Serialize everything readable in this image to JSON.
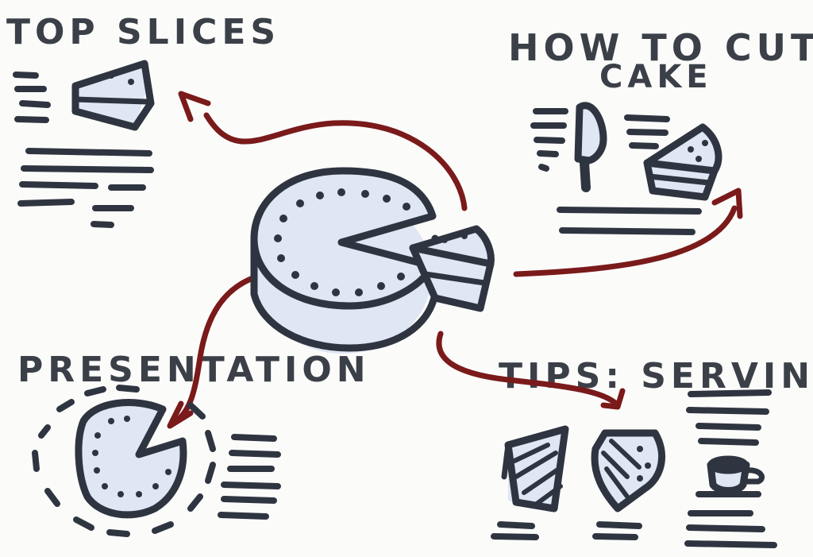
{
  "labels": {
    "top_slices": "TOP SLICES",
    "how_to_cut_line1": "HOW TO CUT",
    "how_to_cut_line2": "CAKE",
    "presentation": "PRESENTATION",
    "tips_serving": "TIPS: SERVING"
  },
  "colors": {
    "ink": "#2f3540",
    "arrow": "#7a1a1a",
    "cake_fill": "#dfe6f4"
  },
  "icons": [
    "cake-slice-icon",
    "knife-icon",
    "whole-cake-icon",
    "coffee-cup-icon",
    "cake-with-slice-icon"
  ]
}
